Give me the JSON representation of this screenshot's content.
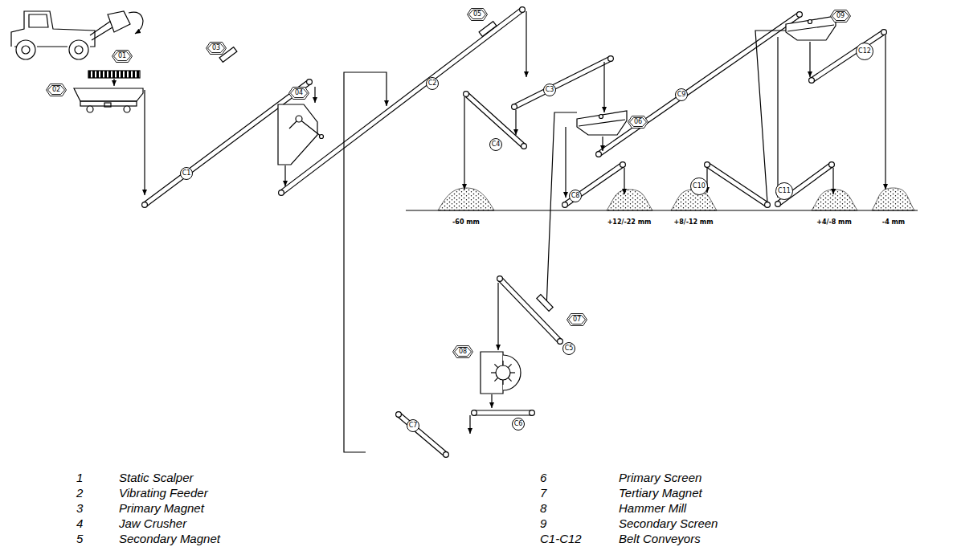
{
  "diagram": {
    "nodes": [
      {
        "text": [
          "01"
        ]
      },
      {
        "text": [
          "02"
        ]
      },
      {
        "text": [
          "03"
        ]
      },
      {
        "text": [
          "04"
        ]
      },
      {
        "text": [
          "05"
        ]
      },
      {
        "text": [
          "06"
        ]
      },
      {
        "text": [
          "07"
        ]
      },
      {
        "text": [
          "08"
        ]
      },
      {
        "text": [
          "09"
        ]
      },
      {
        "text": [
          "C1"
        ]
      },
      {
        "text": [
          "C2"
        ]
      },
      {
        "text": [
          "C3"
        ]
      },
      {
        "text": [
          "C4"
        ]
      },
      {
        "text": [
          "C5"
        ]
      },
      {
        "text": [
          "C6"
        ]
      },
      {
        "text": [
          "C7"
        ]
      },
      {
        "text": [
          "C8"
        ]
      },
      {
        "text": [
          "C9"
        ]
      },
      {
        "text": [
          "C10"
        ]
      },
      {
        "text": [
          "C11"
        ]
      },
      {
        "text": [
          "C12"
        ]
      }
    ],
    "labels": [
      "-60 mm",
      "+12/-22 mm",
      "+8/-12 mm",
      "+4/-8 mm",
      "-4 mm",
      "1",
      "Static Scalper",
      "6",
      "Primary Screen",
      "2",
      "Vibrating Feeder",
      "7",
      "Tertiary Magnet",
      "3",
      "Primary Magnet",
      "8",
      "Hammer Mill",
      "4",
      "Jaw Crusher",
      "9",
      "Secondary Screen",
      "5",
      "Secondary Magnet",
      "C1-C12",
      "Belt Conveyors"
    ]
  }
}
